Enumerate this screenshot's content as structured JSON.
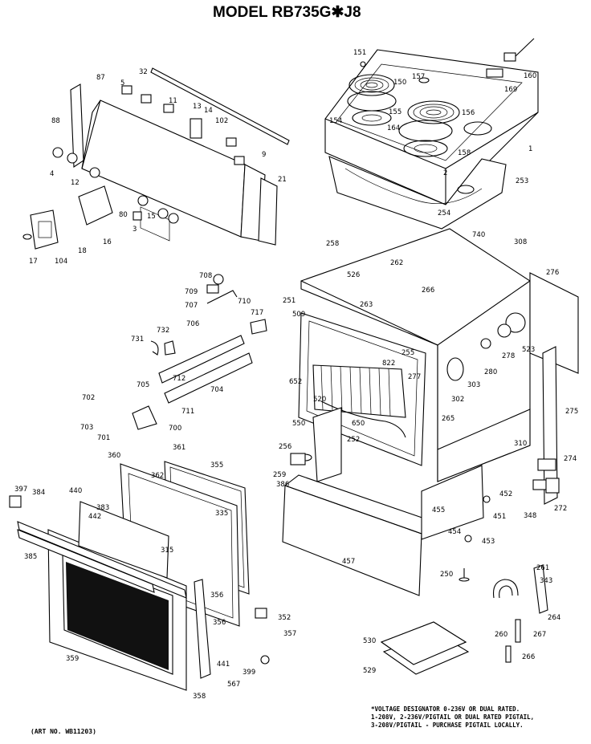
{
  "title": "MODEL RB735G✱J8",
  "art_no": "(ART NO. WB11203)",
  "notes": [
    "*VOLTAGE DESIGNATOR 0-236V OR DUAL RATED.",
    "1-208V, 2-236V/PIGTAIL OR DUAL RATED PIGTAIL,",
    "3-208V/PIGTAIL - PURCHASE PIGTAIL LOCALLY."
  ],
  "colors": {
    "line": "#000000",
    "background": "#ffffff"
  },
  "callouts": [
    "151",
    "157",
    "160",
    "150",
    "155",
    "156",
    "154",
    "164",
    "158",
    "169",
    "1",
    "2",
    "253",
    "254",
    "32",
    "87",
    "5",
    "11",
    "13",
    "14",
    "102",
    "9",
    "88",
    "4",
    "12",
    "21",
    "15",
    "80",
    "3",
    "16",
    "18",
    "104",
    "17",
    "258",
    "262",
    "251",
    "509",
    "526",
    "263",
    "266",
    "740",
    "308",
    "276",
    "523",
    "278",
    "280",
    "303",
    "302",
    "275",
    "708",
    "709",
    "710",
    "707",
    "717",
    "706",
    "732",
    "731",
    "712",
    "705",
    "704",
    "711",
    "702",
    "703",
    "701",
    "700",
    "361",
    "360",
    "362",
    "355",
    "335",
    "315",
    "397",
    "384",
    "440",
    "383",
    "442",
    "385",
    "359",
    "356",
    "357",
    "358",
    "399",
    "567",
    "441",
    "356",
    "352",
    "652",
    "252",
    "822",
    "550",
    "650",
    "255",
    "520",
    "256",
    "259",
    "386",
    "452",
    "455",
    "451",
    "453",
    "457",
    "454",
    "277",
    "265",
    "310",
    "274",
    "348",
    "272",
    "250",
    "261",
    "343",
    "264",
    "260",
    "267",
    "266",
    "530",
    "529"
  ]
}
